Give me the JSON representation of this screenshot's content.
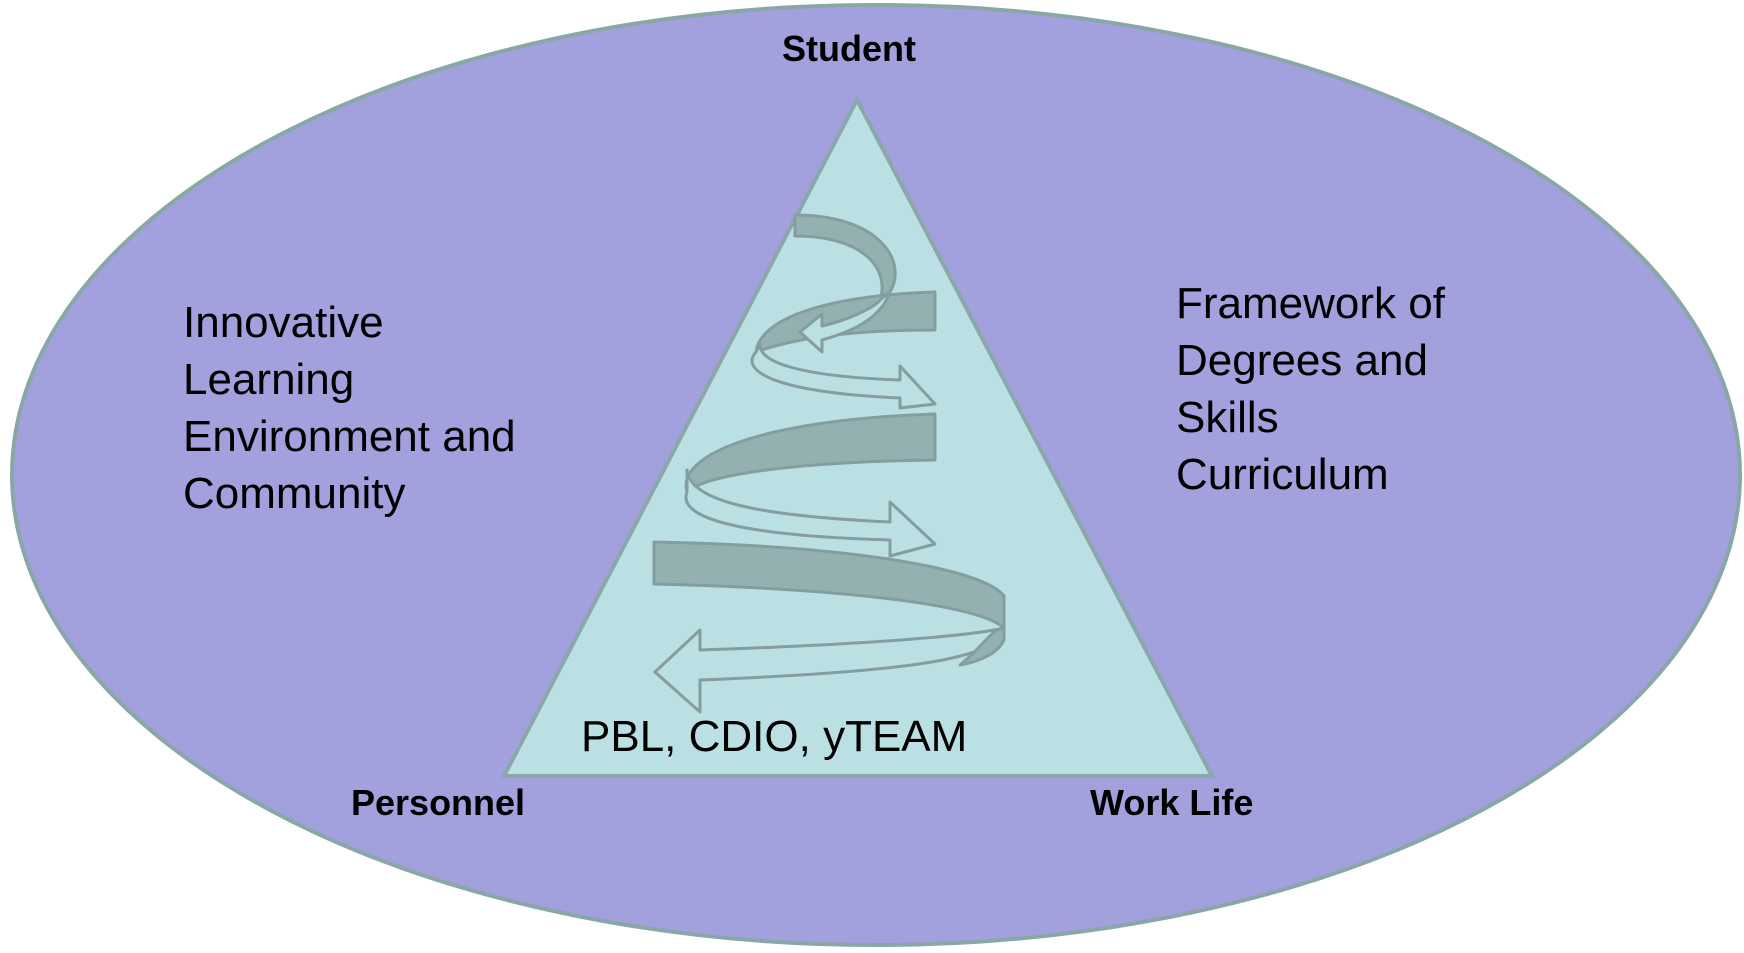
{
  "diagram": {
    "vertices": {
      "top": "Student",
      "bottom_left": "Personnel",
      "bottom_right": "Work Life"
    },
    "left_text": [
      "Innovative",
      "Learning",
      "Environment and",
      "Community"
    ],
    "right_text": [
      "Framework of",
      "Degrees and",
      "Skills",
      "Curriculum"
    ],
    "center_text": "PBL, CDIO, yTEAM",
    "colors": {
      "ellipse_fill": "#a2a0dd",
      "ellipse_stroke": "#8aa7a7",
      "triangle_fill": "#bbe0e3",
      "triangle_stroke": "#8aa8aa",
      "arrow_fill": "#94b1b2",
      "arrow_stroke": "#849d9e"
    },
    "icons": [
      "spiral-arrow-icon"
    ]
  }
}
